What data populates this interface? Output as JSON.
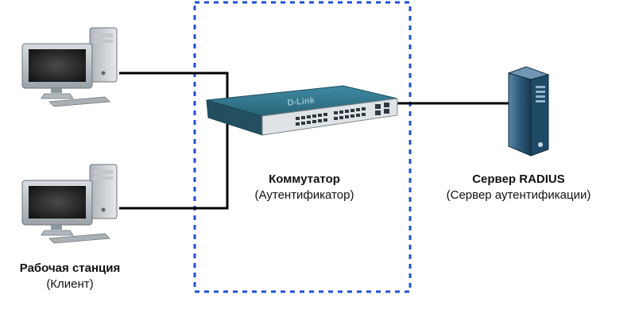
{
  "nodes": {
    "workstation": {
      "title": "Рабочая станция",
      "subtitle": "(Клиент)"
    },
    "switch": {
      "title": "Коммутатор",
      "subtitle": "(Аутентификатор)",
      "brand": "D-Link"
    },
    "server": {
      "title": "Сервер RADIUS",
      "subtitle": "(Сервер аутентификации)"
    }
  },
  "colors": {
    "boundary": "#1f4fd6",
    "link": "#000000",
    "switch_body": "#2f6f86",
    "server_body": "#1f4a66"
  }
}
